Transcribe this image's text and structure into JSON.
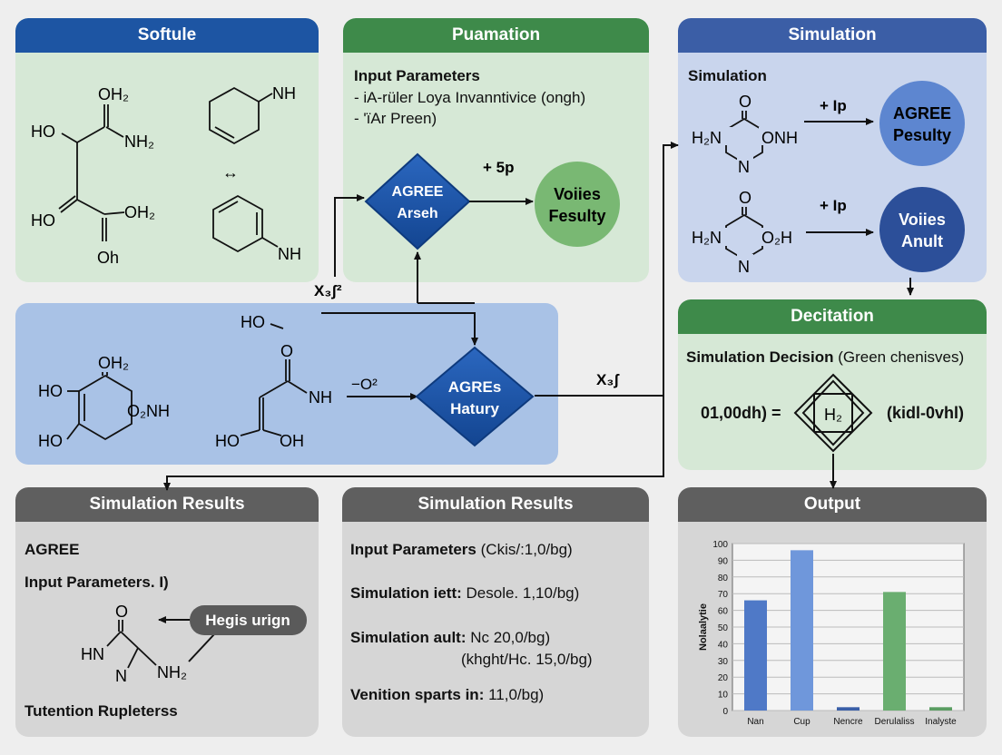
{
  "panels": {
    "softule": {
      "title": "Softule"
    },
    "puamation": {
      "title": "Puamation",
      "heading": "Input Parameters",
      "lines": [
        "- iA-rüler Loya Invanntivice (ongh)",
        "- 'ïAr Preen)"
      ],
      "diamond": [
        "AGREE",
        "Arseh"
      ],
      "arrow_label": "+ 5p",
      "circle": [
        "Voiies",
        "Fesulty"
      ]
    },
    "simulation": {
      "title": "Simulation",
      "heading": "Simulation",
      "arrow1_label": "+ Ip",
      "circle1": [
        "AGREE",
        "Pesulty"
      ],
      "arrow2_label": "+ Ip",
      "circle2": [
        "Voiies",
        "Anult"
      ]
    },
    "middle": {
      "diamond": [
        "AGREs",
        "Hatury"
      ],
      "arrow_label": "−O²",
      "left_label": "X₃ʃ²",
      "right_label": "X₃ʃ"
    },
    "decitation": {
      "title": "Decitation",
      "heading_bold": "Simulation Decision",
      "heading_rest": "(Green chenisves)",
      "left": "01,00dh) =",
      "center": "H₂",
      "right": "(kidl-0vhl)"
    },
    "results1": {
      "title": "Simulation Results",
      "l1": "AGREE",
      "l2": "Input Parameters. I)",
      "pill": "Hegis urign",
      "footer": "Tutention Rupleterss"
    },
    "results2": {
      "title": "Simulation Results",
      "rows": [
        {
          "b": "Input Parameters",
          "r": "(Ckis/:1,0/bg)"
        },
        {
          "b": "Simulation iett:",
          "r": "Desole. 1,10/bg)"
        },
        {
          "b": "Simulation ault:",
          "r": "Nc 20,0/bg)"
        },
        {
          "b": "",
          "r": "(khght/Hc. 15,0/bg)"
        },
        {
          "b": "Venition sparts in:",
          "r": "11,0/bg)"
        }
      ]
    },
    "output": {
      "title": "Output"
    }
  },
  "molecules": {
    "m1": {
      "oh2": "OH₂",
      "ho": "HO",
      "nh2": "NH₂"
    },
    "m2": {
      "nh": "NH"
    },
    "m3": {
      "ho": "HO",
      "oh2": "OH₂",
      "oh": "Oh"
    },
    "m4": {
      "nh": "NH"
    },
    "swap": "↔",
    "m5": {
      "oh2": "OH₂",
      "ho1": "HO",
      "ho2": "HO",
      "o2nh": "O₂NH"
    },
    "m6": {
      "ho_top": "HO",
      "o": "O",
      "nh": "NH",
      "ho": "HO",
      "oh": "OH"
    },
    "m7": {
      "o": "O",
      "h2n": "H₂N",
      "onh": "ONH",
      "n": "N"
    },
    "m8": {
      "o": "O",
      "h2n": "H₂N",
      "o2h": "O₂H",
      "n": "N"
    },
    "m9": {
      "o": "O",
      "hn": "HN",
      "n": "N",
      "nh2": "NH₂"
    }
  },
  "colors": {
    "blue_header": "#1d55a3",
    "green_header": "#3e8a4a",
    "slate_header": "#3b5ea6",
    "gray_header": "#5f5f5f",
    "green_panel": "#d6e8d6",
    "blue_panel": "#a9c2e6",
    "lavender_panel": "#c9d5ed",
    "gray_panel": "#d6d6d6"
  },
  "chart_data": {
    "type": "bar",
    "categories": [
      "Nan",
      "Cup",
      "Nencre",
      "Derulaliss",
      "Inalyste"
    ],
    "values": [
      66,
      96,
      2,
      71,
      2
    ],
    "colors": [
      "#4f79c7",
      "#6f97db",
      "#3a5fa8",
      "#6aae70",
      "#5a9d62"
    ],
    "ylabel": "Nolaalytie",
    "ylim": [
      0,
      100
    ],
    "yticks": [
      0,
      10,
      20,
      30,
      40,
      50,
      60,
      70,
      80,
      90,
      100
    ],
    "grid": true
  }
}
